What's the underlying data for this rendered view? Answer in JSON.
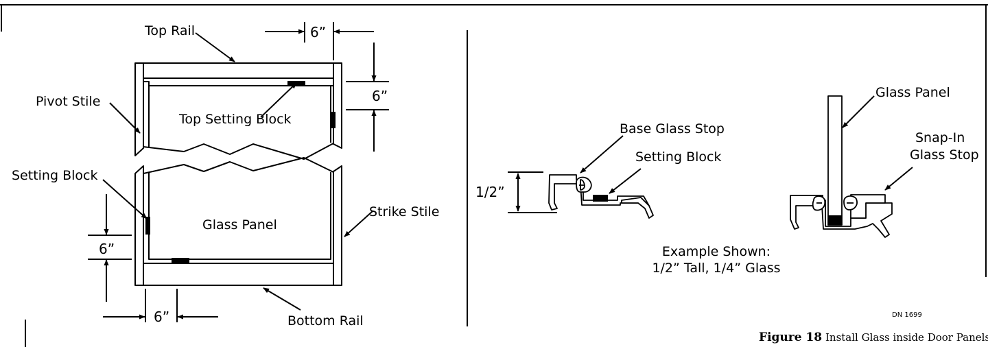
{
  "left_diagram": {
    "top_rail": "Top Rail",
    "pivot_stile": "Pivot Stile",
    "top_setting_block": "Top Setting Block",
    "setting_block": "Setting Block",
    "glass_panel": "Glass Panel",
    "strike_stile": "Strike Stile",
    "bottom_rail": "Bottom Rail",
    "dim_top_horizontal": "6”",
    "dim_top_vertical": "6”",
    "dim_left_vertical": "6”",
    "dim_bottom_horizontal": "6”"
  },
  "right_diagram": {
    "base_glass_stop": "Base Glass Stop",
    "setting_block": "Setting Block",
    "height_dim": "1/2”",
    "glass_panel": "Glass Panel",
    "snap_in_line1": "Snap-In",
    "snap_in_line2": "Glass Stop",
    "example_line1": "Example Shown:",
    "example_line2": "1/2” Tall, 1/4” Glass",
    "drawing_number": "DN 1699"
  },
  "caption": {
    "figure_number": "Figure 18",
    "title": "Install Glass inside Door Panels"
  }
}
